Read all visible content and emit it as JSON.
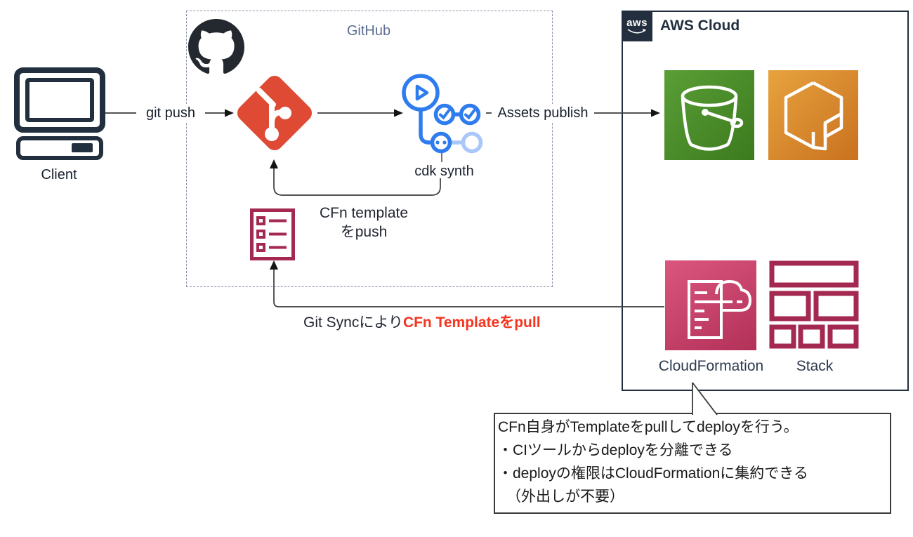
{
  "diagram": {
    "client": {
      "label": "Client"
    },
    "github_group": {
      "label": "GitHub"
    },
    "aws_group": {
      "label": "AWS Cloud",
      "logo_text": "aws"
    },
    "edges": {
      "git_push_label": "git push",
      "assets_publish_label": "Assets publish",
      "cdk_synth_label": "cdk synth",
      "cfn_template_push_label_line1": "CFn template",
      "cfn_template_push_label_line2": "をpush",
      "git_sync_label_prefix": "Git Syncにより",
      "git_sync_label_highlight": "CFn Templateをpull"
    },
    "nodes": {
      "git": {
        "icon": "git-icon"
      },
      "github_actions": {
        "icon": "github-actions-workflow-icon"
      },
      "s3_bucket": {
        "icon": "s3-bucket-icon"
      },
      "cdk": {
        "icon": "cdk-icon"
      },
      "cfn_template": {
        "icon": "cfn-template-document-icon"
      },
      "cloudformation": {
        "label": "CloudFormation"
      },
      "stack": {
        "label": "Stack"
      }
    },
    "callout": {
      "lines": [
        "CFn自身がTemplateをpullしてdeployを行う。",
        "・CIツールからdeployを分離できる",
        "・deployの権限はCloudFormationに集約できる",
        "（外出しが不要）"
      ]
    },
    "colors": {
      "navy": "#232F3E",
      "github_border": "#8A93A8",
      "github_label": "#5C6E91",
      "git_orange": "#DE4A33",
      "actions_blue": "#2E7CEE",
      "actions_blue_faded": "#A9C7F9",
      "s3_green_light": "#5A9E36",
      "s3_green_dark": "#3C7A1E",
      "cdk_orange_light": "#E7A33E",
      "cdk_orange_dark": "#C9711F",
      "cfn_pink_light": "#DB567F",
      "cfn_pink_dark": "#B23159",
      "maroon": "#A32950",
      "red_text": "#F4351F",
      "connector": "#3B3B3B"
    }
  }
}
